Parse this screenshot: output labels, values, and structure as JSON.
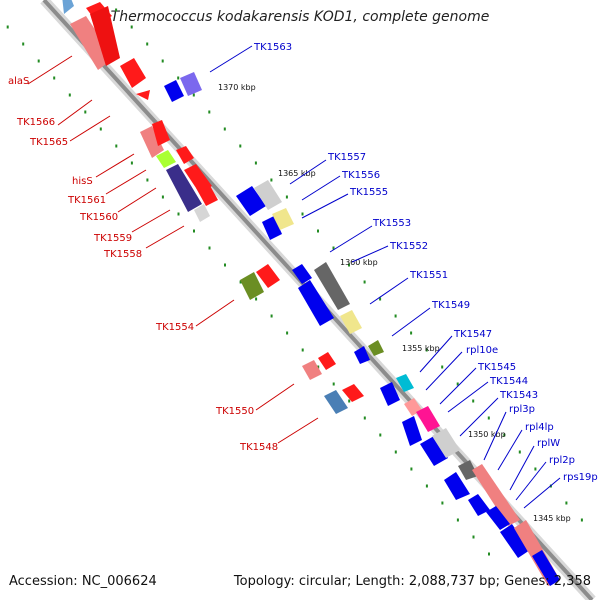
{
  "title": "Thermococcus kodakarensis KOD1, complete genome",
  "footer": {
    "accession": "Accession: NC_006624",
    "topology": "Topology: circular; Length: 2,088,737 bp; Genes: 2,358"
  },
  "colors": {
    "forward_label": "#0000cc",
    "reverse_label": "#cc0000",
    "backbone": "#8c8c8c",
    "tick": "#228b22"
  },
  "kbp_ticks": [
    "1370 kbp",
    "1365 kbp",
    "1360 kbp",
    "1355 kbp",
    "1350 kbp",
    "1345 kbp"
  ],
  "forward_genes": [
    "TK1563",
    "TK1557",
    "TK1556",
    "TK1555",
    "TK1553",
    "TK1552",
    "TK1551",
    "TK1549",
    "TK1547",
    "rpl10e",
    "TK1545",
    "TK1544",
    "TK1543",
    "rpl3p",
    "rpl4lp",
    "rplW",
    "rpl2p",
    "rps19p"
  ],
  "reverse_genes": [
    "alaS",
    "TK1566",
    "TK1565",
    "hisS",
    "TK1561",
    "TK1560",
    "TK1559",
    "TK1558",
    "TK1554",
    "TK1550",
    "TK1548"
  ]
}
